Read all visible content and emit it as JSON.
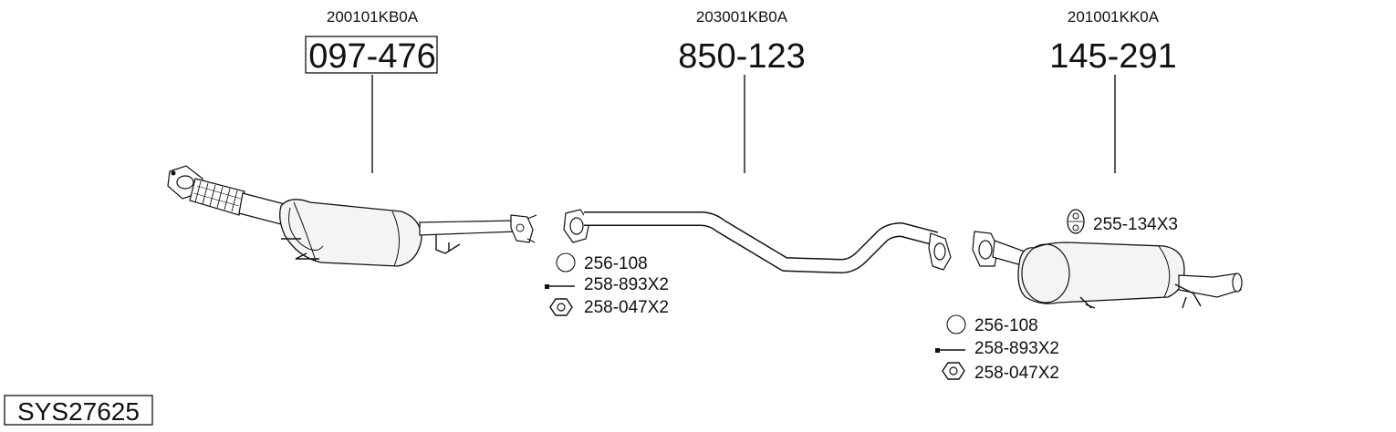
{
  "system": {
    "code": "SYS27625"
  },
  "parts": [
    {
      "oem": "200101KB0A",
      "number": "097-476"
    },
    {
      "oem": "203001KB0A",
      "number": "850-123"
    },
    {
      "oem": "201001KK0A",
      "number": "145-291"
    }
  ],
  "hardware_left": [
    {
      "icon": "ring-icon",
      "code": "256-108"
    },
    {
      "icon": "bolt-icon",
      "code": "258-893X2"
    },
    {
      "icon": "nut-icon",
      "code": "258-047X2"
    }
  ],
  "hanger": {
    "icon": "rubber-mount-icon",
    "code": "255-134X3"
  },
  "hardware_right": [
    {
      "icon": "ring-icon",
      "code": "256-108"
    },
    {
      "icon": "bolt-icon",
      "code": "258-893X2"
    },
    {
      "icon": "nut-icon",
      "code": "258-047X2"
    }
  ]
}
